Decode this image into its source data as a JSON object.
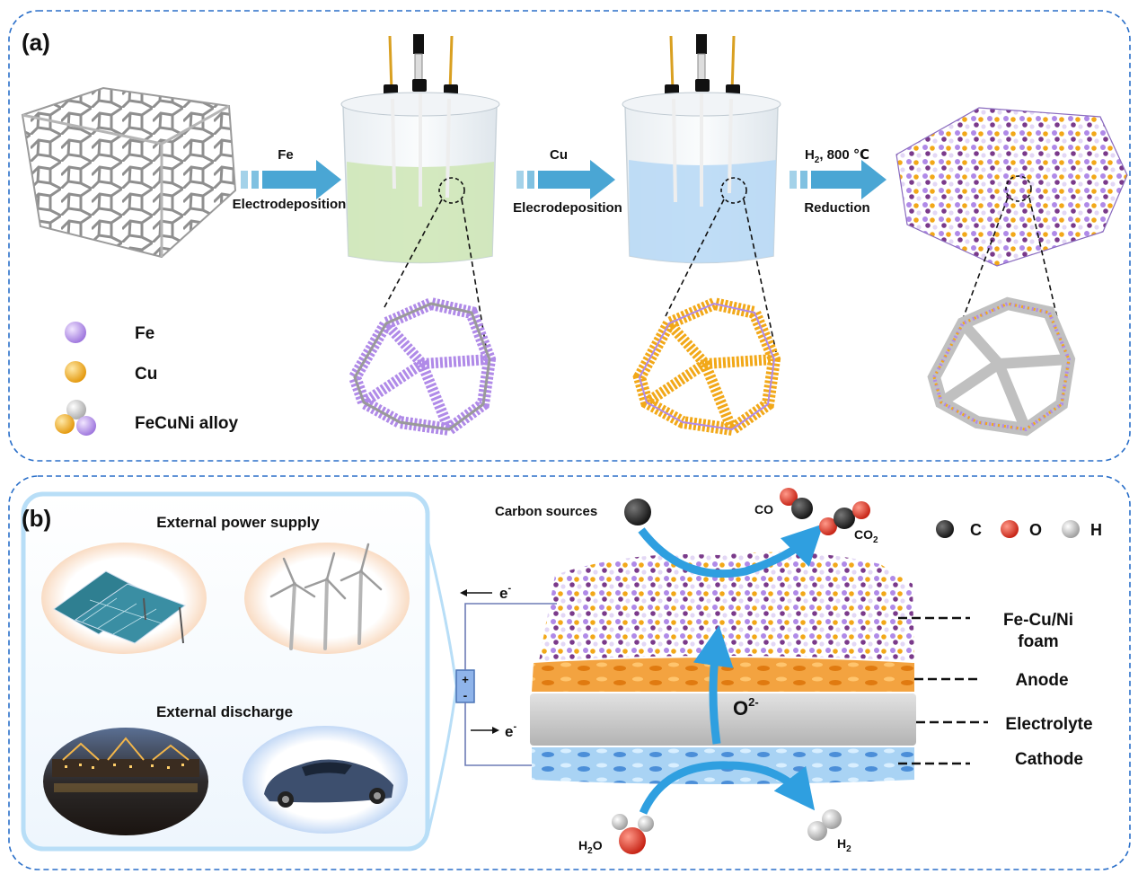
{
  "panel_a": {
    "label": "(a)",
    "step1": {
      "top": "Fe",
      "bottom": "Electrodeposition"
    },
    "step2": {
      "top": "Cu",
      "bottom": "Elecrodeposition"
    },
    "step3": {
      "top_main": "H",
      "top_sub": "2",
      "top_rest": ", 800 ℃",
      "bottom": "Reduction"
    },
    "legend": [
      {
        "label": "Fe",
        "color": "#b08ae8"
      },
      {
        "label": "Cu",
        "color": "#f2a818"
      },
      {
        "label": "FeCuNi alloy",
        "color": "#b9b9b9"
      }
    ],
    "colors": {
      "fe": "#b08ae8",
      "cu": "#f2a818",
      "ni": "#c0c0c0",
      "frame": "#2a6fc9",
      "arrow": "#4aa6d4",
      "green_solution": "#cfe7b8",
      "blue_solution": "#b9d9f5"
    }
  },
  "panel_b": {
    "label": "(b)",
    "power_title": "External power supply",
    "discharge_title": "External discharge",
    "carbon_sources": "Carbon sources",
    "co": "CO",
    "co2_main": "CO",
    "co2_sub": "2",
    "h2o_main": "H",
    "h2o_sub": "2",
    "h2o_rest": "O",
    "h2_main": "H",
    "h2_sub": "2",
    "o2_main": "O",
    "o2_sup": "2-",
    "electron_top": "e",
    "electron_bottom": "e",
    "electron_sup": "-",
    "plus": "+",
    "minus": "-",
    "legend": [
      {
        "label": "C",
        "color": "#2b2b2b"
      },
      {
        "label": "O",
        "color": "#e0301e"
      },
      {
        "label": "H",
        "color": "#c8c8c8"
      }
    ],
    "layers": [
      {
        "label_line1": "Fe-Cu/Ni",
        "label_line2": "foam"
      },
      {
        "label_line1": "Anode",
        "label_line2": ""
      },
      {
        "label_line1": "Electrolyte",
        "label_line2": ""
      },
      {
        "label_line1": "Cathode",
        "label_line2": ""
      }
    ],
    "colors": {
      "anode": "#f3a340",
      "electrolyte": "#c9c9c9",
      "cathode": "#a9d3f4",
      "oxygen": "#e0301e",
      "carbon": "#2b2b2b",
      "hydrogen": "#c8c8c8",
      "arrow": "#2f9fe0"
    }
  }
}
